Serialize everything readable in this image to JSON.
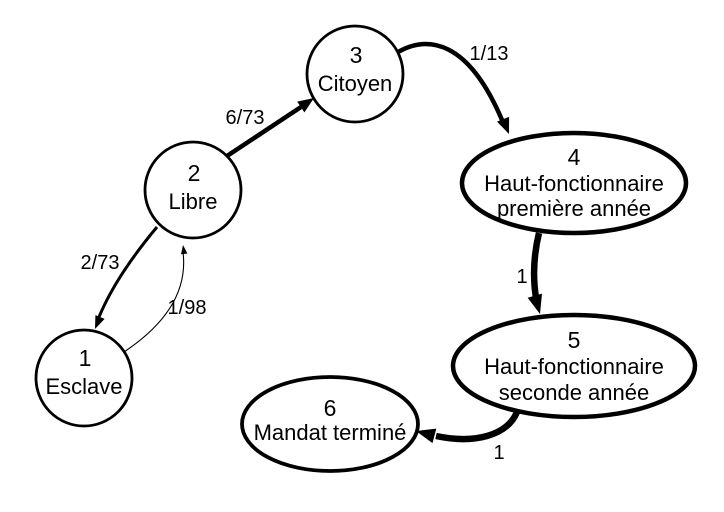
{
  "diagram": {
    "description": "State transition diagram with six states and probability-weighted arrows",
    "background_color": "#ffffff",
    "line_color": "#000000",
    "text_color": "#000000",
    "nodes": [
      {
        "id": "1",
        "shape": "circle",
        "lines": [
          "1",
          "Esclave"
        ]
      },
      {
        "id": "2",
        "shape": "circle",
        "lines": [
          "2",
          "Libre"
        ]
      },
      {
        "id": "3",
        "shape": "circle",
        "lines": [
          "3",
          "Citoyen"
        ]
      },
      {
        "id": "4",
        "shape": "ellipse",
        "lines": [
          "4",
          "Haut-fonctionnaire",
          "première année"
        ]
      },
      {
        "id": "5",
        "shape": "ellipse",
        "lines": [
          "5",
          "Haut-fonctionnaire",
          "seconde année"
        ]
      },
      {
        "id": "6",
        "shape": "ellipse",
        "lines": [
          "6",
          "Mandat terminé"
        ]
      }
    ],
    "edges": [
      {
        "from": "1",
        "to": "2",
        "label": "1/98",
        "thickness": "thin"
      },
      {
        "from": "2",
        "to": "1",
        "label": "2/73",
        "thickness": "medium"
      },
      {
        "from": "2",
        "to": "3",
        "label": "6/73",
        "thickness": "thick"
      },
      {
        "from": "3",
        "to": "4",
        "label": "1/13",
        "thickness": "thick"
      },
      {
        "from": "4",
        "to": "5",
        "label": "1",
        "thickness": "heaviest"
      },
      {
        "from": "5",
        "to": "6",
        "label": "1",
        "thickness": "heaviest"
      }
    ]
  }
}
